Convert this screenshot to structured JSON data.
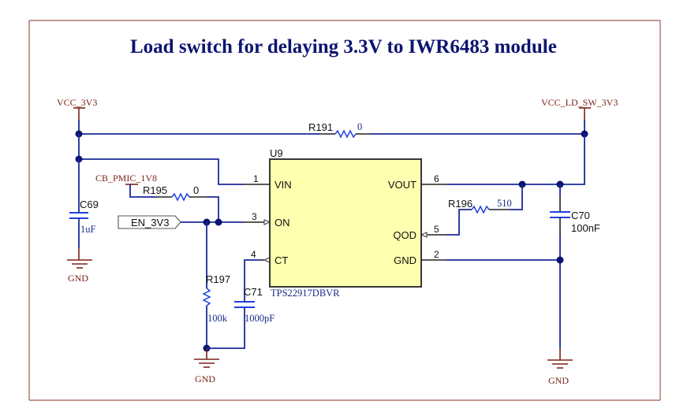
{
  "title": "Load switch for delaying 3.3V to IWR6483 module",
  "nets": {
    "vcc_3v3": "VCC_3V3",
    "vcc_ld_sw_3v3": "VCC_LD_SW_3V3",
    "cb_pmic_1v8": "CB_PMIC_1V8",
    "en_3v3": "EN_3V3",
    "gnd": "GND"
  },
  "ic": {
    "ref": "U9",
    "part": "TPS22917DBVR",
    "pins": [
      {
        "num": "1",
        "name": "VIN"
      },
      {
        "num": "3",
        "name": "ON"
      },
      {
        "num": "4",
        "name": "CT"
      },
      {
        "num": "6",
        "name": "VOUT"
      },
      {
        "num": "5",
        "name": "QOD"
      },
      {
        "num": "2",
        "name": "GND"
      }
    ]
  },
  "components": {
    "r191": {
      "ref": "R191",
      "value": "0"
    },
    "r195": {
      "ref": "R195",
      "value": "0"
    },
    "r196": {
      "ref": "R196",
      "value": "510"
    },
    "r197": {
      "ref": "R197",
      "value": "100k"
    },
    "c69": {
      "ref": "C69",
      "value": "1uF"
    },
    "c70": {
      "ref": "C70",
      "value": "100nF"
    },
    "c71": {
      "ref": "C71",
      "value": "1000pF"
    }
  }
}
